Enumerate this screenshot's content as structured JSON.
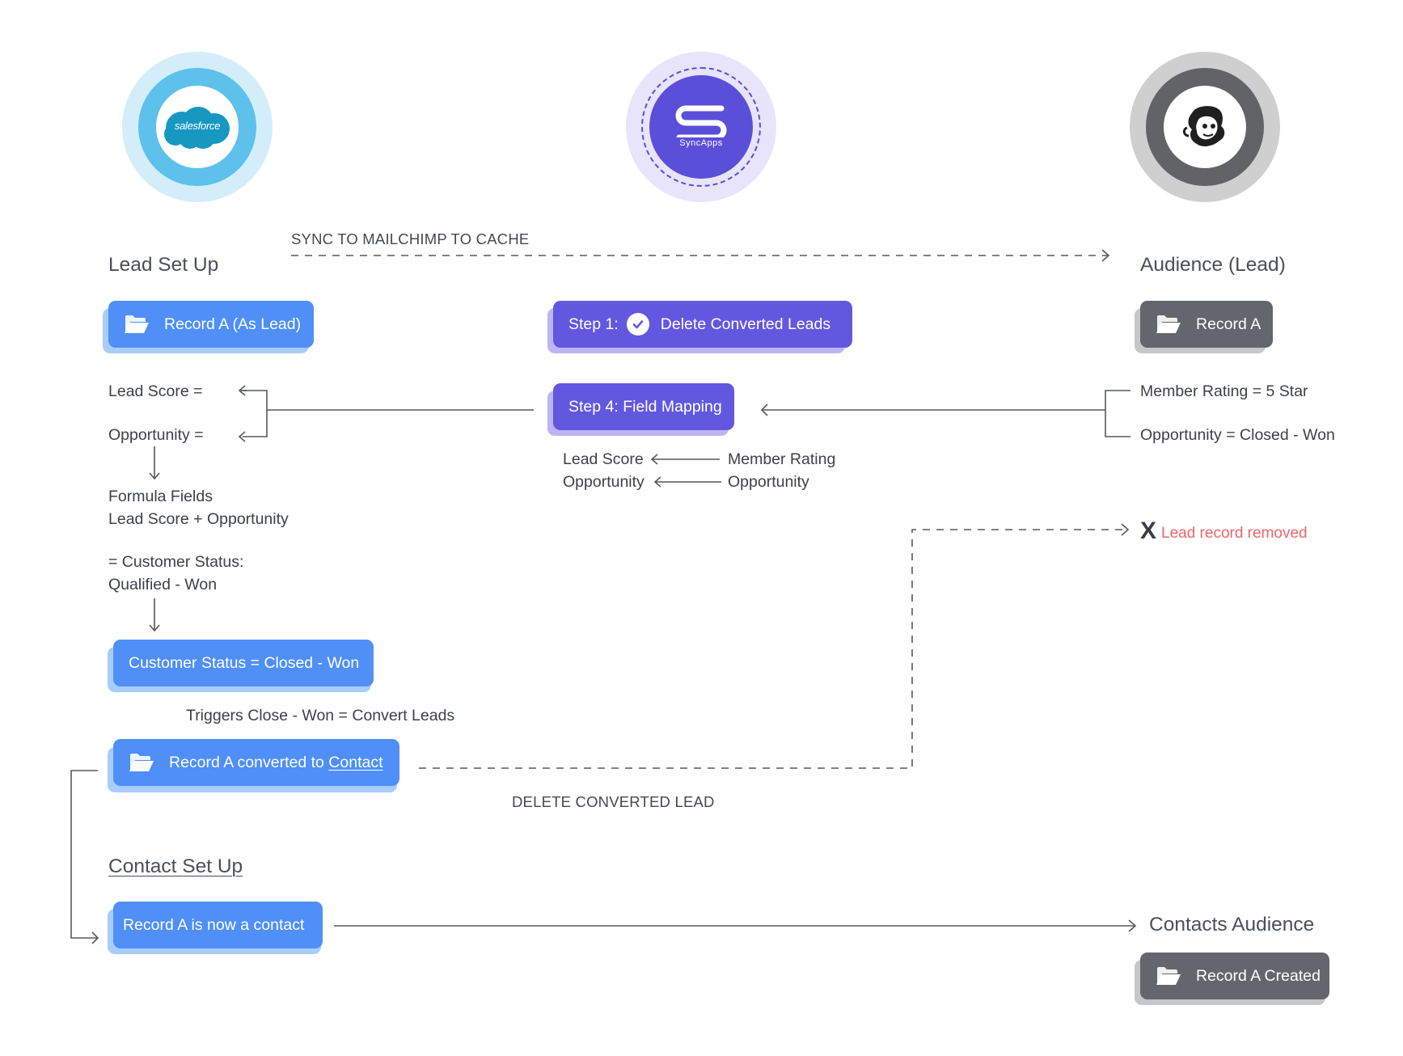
{
  "logos": {
    "salesforce": {
      "text": "salesforce",
      "color": "#1798c1"
    },
    "syncapps": {
      "text": "SyncApps",
      "color": "#5a4fd9"
    },
    "mailchimp": {
      "icon": "mailchimp-freddie-icon",
      "color": "#616366"
    }
  },
  "flow": {
    "sync_label": "SYNC TO MAILCHIMP TO CACHE",
    "delete_label": "DELETE CONVERTED LEAD"
  },
  "left": {
    "heading": "Lead Set Up",
    "record_pill": "Record A (As Lead)",
    "lead_score": "Lead Score =",
    "opportunity": "Opportunity =",
    "formula_title": "Formula Fields",
    "formula_expr": "Lead Score + Opportunity",
    "status_line1": "= Customer Status:",
    "status_line2": "Qualified - Won",
    "status_pill": "Customer Status = Closed - Won",
    "triggers": "Triggers Close  - Won = Convert Leads",
    "converted_prefix": "Record A converted to ",
    "converted_link": "Contact",
    "contact_heading": "Contact Set Up",
    "contact_pill": "Record A is now a contact"
  },
  "middle": {
    "step1_label": "Step 1:",
    "step1_action": "Delete Converted Leads",
    "step4_pill": "Step 4: Field Mapping",
    "map_left_1": "Lead Score",
    "map_right_1": "Member Rating",
    "map_left_2": "Opportunity",
    "map_right_2": "Opportunity"
  },
  "right": {
    "heading": "Audience (Lead)",
    "record_pill": "Record A",
    "member_rating": "Member Rating = 5 Star",
    "opportunity": "Opportunity = Closed - Won",
    "removed_mark": "X",
    "removed_text": "Lead record removed",
    "contacts_heading": "Contacts Audience",
    "created_pill": "Record A Created"
  },
  "colors": {
    "blue_pill": "#4f8ff7",
    "purple_pill": "#6258df",
    "gray_pill": "#63666c",
    "removed_text": "#f0656a"
  }
}
